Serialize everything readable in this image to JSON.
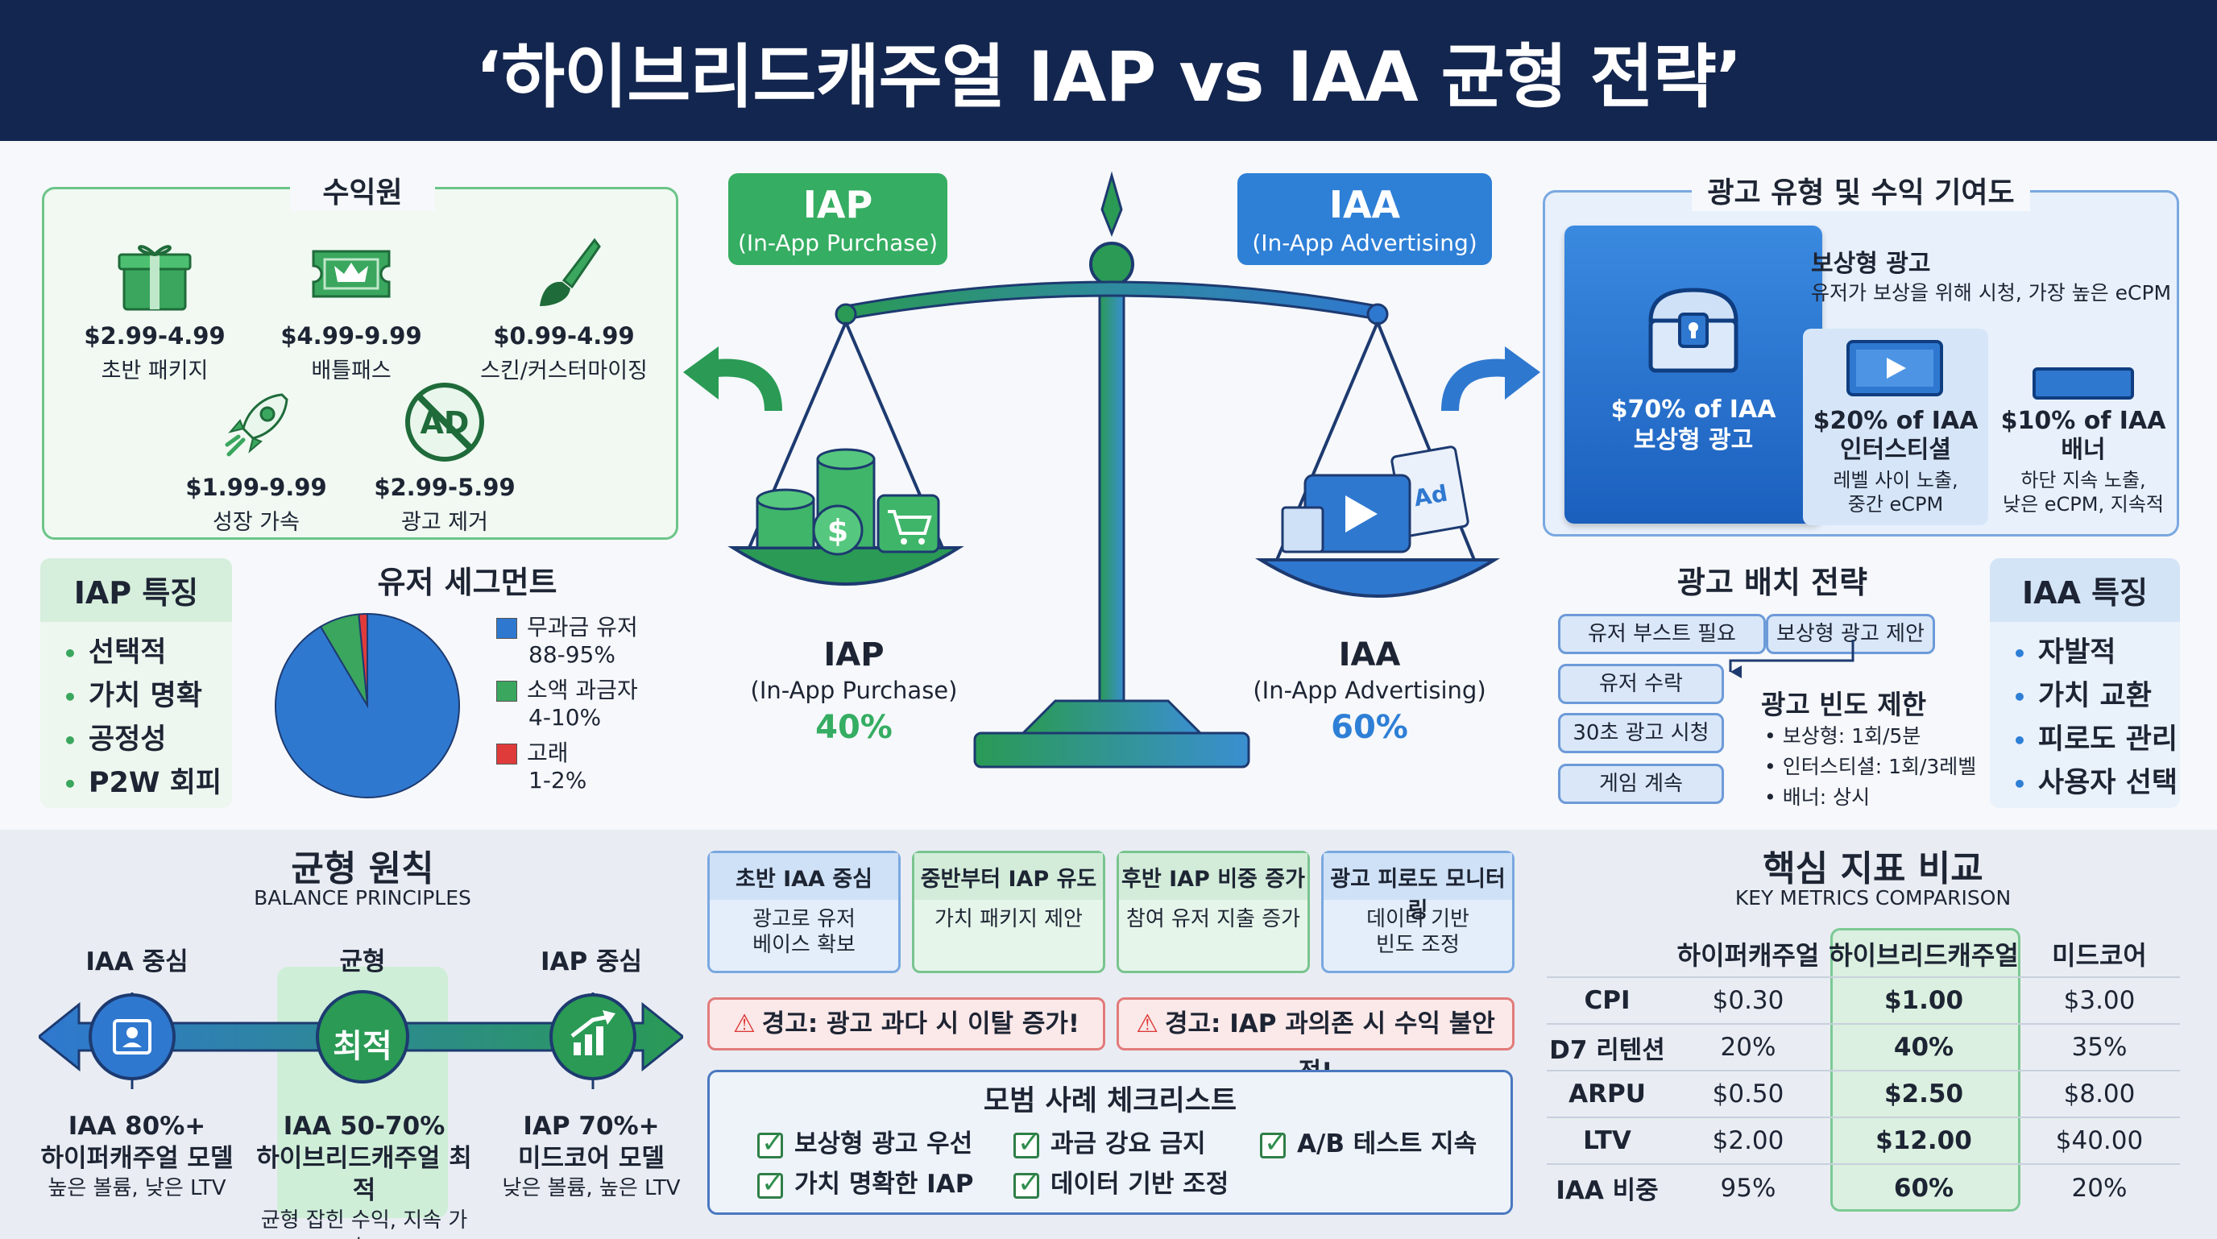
{
  "header": {
    "title": "‘하이브리드캐주얼 IAP vs IAA 균형 전략’"
  },
  "colors": {
    "header_bg": "#13264f",
    "iap_green": "#35ad62",
    "iaa_blue": "#2e7fd6",
    "warning_red": "#e27b7b"
  },
  "revenue": {
    "title": "수익원",
    "items": [
      {
        "icon": "gift-icon",
        "price": "$2.99-4.99",
        "label": "초반 패키지"
      },
      {
        "icon": "ticket-crown-icon",
        "price": "$4.99-9.99",
        "label": "배틀패스"
      },
      {
        "icon": "paintbrush-icon",
        "price": "$0.99-4.99",
        "label": "스킨/커스터마이징"
      },
      {
        "icon": "rocket-icon",
        "price": "$1.99-9.99",
        "label": "성장 가속"
      },
      {
        "icon": "no-ad-icon",
        "price": "$2.99-5.99",
        "label": "광고 제거"
      }
    ]
  },
  "iap_tag": {
    "title": "IAP",
    "subtitle": "(In-App Purchase)"
  },
  "iaa_tag": {
    "title": "IAA",
    "subtitle": "(In-App Advertising)"
  },
  "ad_types": {
    "title": "광고 유형 및 수익 기여도",
    "rewarded": {
      "share": "$70% of IAA",
      "name": "보상형 광고",
      "heading": "보상형 광고",
      "desc": "유저가 보상을 위해 시청, 가장 높은 eCPM"
    },
    "interstitial": {
      "share": "$20% of IAA",
      "name": "인터스티셜",
      "desc1": "레벨 사이 노출,",
      "desc2": "중간 eCPM"
    },
    "banner": {
      "share": "$10% of IAA",
      "name": "배너",
      "desc1": "하단 지속 노출,",
      "desc2": "낮은 eCPM, 지속적"
    }
  },
  "iap_features": {
    "title": "IAP 특징",
    "items": [
      "선택적",
      "가치 명확",
      "공정성",
      "P2W 회피"
    ]
  },
  "iaa_features": {
    "title": "IAA 특징",
    "items": [
      "자발적",
      "가치 교환",
      "피로도 관리",
      "사용자 선택"
    ]
  },
  "segments": {
    "title": "유저 세그먼트",
    "legend": [
      {
        "name": "무과금 유저",
        "range": "88-95%",
        "color": "#2f78d0"
      },
      {
        "name": "소액 과금자",
        "range": "4-10%",
        "color": "#3aa65e"
      },
      {
        "name": "고래",
        "range": "1-2%",
        "color": "#e03b3b"
      }
    ]
  },
  "chart_data": {
    "type": "pie",
    "title": "유저 세그먼트",
    "categories": [
      "무과금 유저",
      "소액 과금자",
      "고래"
    ],
    "values": [
      91.5,
      7,
      1.5
    ],
    "range_labels": [
      "88-95%",
      "4-10%",
      "1-2%"
    ],
    "colors": [
      "#2f78d0",
      "#3aa65e",
      "#e03b3b"
    ],
    "legend_position": "right"
  },
  "scale": {
    "left": {
      "name": "IAP",
      "sub": "(In-App Purchase)",
      "pct": "40%"
    },
    "right": {
      "name": "IAA",
      "sub": "(In-App Advertising)",
      "pct": "60%"
    },
    "left_pan_icons": [
      "coin-stack-icon",
      "dollar-coin-icon",
      "shopping-cart-icon"
    ],
    "right_pan_icons": [
      "video-play-icon",
      "ad-document-icon"
    ]
  },
  "placement": {
    "title": "광고 배치 전략",
    "flow": [
      "유저 부스트 필요",
      "보상형 광고 제안",
      "유저 수락",
      "30초 광고 시청",
      "게임 계속"
    ],
    "freq_title": "광고 빈도 제한",
    "freq_items": [
      "보상형: 1회/5분",
      "인터스티셜: 1회/3레벨",
      "배너: 상시"
    ]
  },
  "balance": {
    "title": "균형 원칙",
    "subtitle": "BALANCE PRINCIPLES",
    "left_label": "IAA 중심",
    "mid_label": "균형",
    "right_label": "IAP 중심",
    "mid_badge": "최적",
    "left_a": "IAA 80%+",
    "left_b": "하이퍼캐주얼 모델",
    "left_c": "높은 볼륨, 낮은 LTV",
    "mid_a": "IAA 50-70%",
    "mid_b": "하이브리드캐주얼 최적",
    "mid_c": "균형 잡힌 수익, 지속 가능",
    "right_a": "IAP 70%+",
    "right_b": "미드코어 모델",
    "right_c": "낮은 볼륨, 높은 LTV"
  },
  "phases": [
    {
      "head": "초반 IAA 중심",
      "body1": "광고로 유저",
      "body2": "베이스 확보"
    },
    {
      "head": "중반부터 IAP 유도",
      "body1": "가치 패키지 제안",
      "body2": ""
    },
    {
      "head": "후반 IAP 비중 증가",
      "body1": "참여 유저 지출 증가",
      "body2": ""
    },
    {
      "head": "광고 피로도 모니터링",
      "body1": "데이터 기반",
      "body2": "빈도 조정"
    }
  ],
  "warnings": [
    "경고: 광고 과다 시 이탈 증가!",
    "경고: IAP 과의존 시 수익 불안정!"
  ],
  "checklist": {
    "title": "모범 사례 체크리스트",
    "items": [
      "보상형 광고 우선",
      "과금 강요 금지",
      "A/B 테스트 지속",
      "가치 명확한 IAP",
      "데이터 기반 조정"
    ]
  },
  "metrics": {
    "title": "핵심 지표 비교",
    "subtitle": "KEY METRICS COMPARISON",
    "columns": [
      "하이퍼캐주얼",
      "하이브리드캐주얼",
      "미드코어"
    ],
    "rows": [
      {
        "label": "CPI",
        "values": [
          "$0.30",
          "$1.00",
          "$3.00"
        ]
      },
      {
        "label": "D7 리텐션",
        "values": [
          "20%",
          "40%",
          "35%"
        ]
      },
      {
        "label": "ARPU",
        "values": [
          "$0.50",
          "$2.50",
          "$8.00"
        ]
      },
      {
        "label": "LTV",
        "values": [
          "$2.00",
          "$12.00",
          "$40.00"
        ]
      },
      {
        "label": "IAA 비중",
        "values": [
          "95%",
          "60%",
          "20%"
        ]
      }
    ]
  }
}
